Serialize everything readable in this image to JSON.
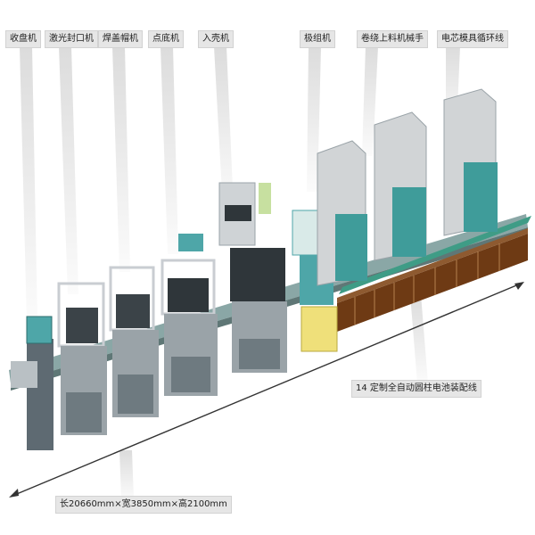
{
  "labels": {
    "tray_receiver": "收盘机",
    "laser_sealer": "激光封口机",
    "cap_welder": "焊盖帽机",
    "bottom_welder": "点底机",
    "casing_machine": "入壳机",
    "pole_group": "极组机",
    "winding_manipulator": "卷绕上料机械手",
    "core_mold_loop": "电芯模具循环线"
  },
  "line_title": "14 定制全自动圆柱电池装配线",
  "dimensions": "长20660mm×宽3850mm×高2100mm",
  "colors": {
    "frame": "#c9cdd2",
    "teal": "#4ea6a8",
    "panel": "#5e6a72",
    "conveyor_brown": "#6e3a14",
    "yellow": "#efe07a",
    "label_bg": "#e6e6e6"
  }
}
